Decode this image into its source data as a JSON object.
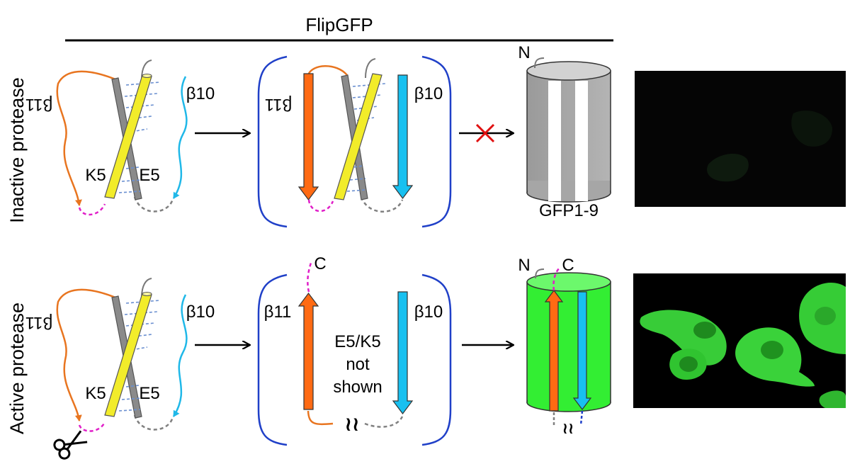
{
  "header": {
    "title": "FlipGFP"
  },
  "rows": {
    "inactive": {
      "label": "Inactive protease"
    },
    "active": {
      "label": "Active protease"
    }
  },
  "labels": {
    "beta11": "β11",
    "beta10": "β10",
    "k5": "K5",
    "e5": "E5",
    "n_terminus": "N",
    "c_terminus": "C",
    "gfp_barrel": "GFP1-9",
    "note_line1": "E5/K5",
    "note_line2": "not",
    "note_line3": "shown",
    "break_mark": "≀≀"
  },
  "panels": {
    "inactive_image": {
      "state": "dark, faint green cells"
    },
    "active_image": {
      "state": "bright green fluorescent cells"
    }
  },
  "colors": {
    "beta11": "#ff6a13",
    "beta10": "#18c0f0",
    "coil_k5": "#f2ec2a",
    "coil_e5": "#9a9a9a",
    "linker_cleavable": "#e01ec8",
    "linker_gray": "#808080",
    "bracket": "#2040c8",
    "gfp_active": "#33ee33",
    "gfp_inactive": "#a8a8a8",
    "block_x": "#e01010"
  }
}
